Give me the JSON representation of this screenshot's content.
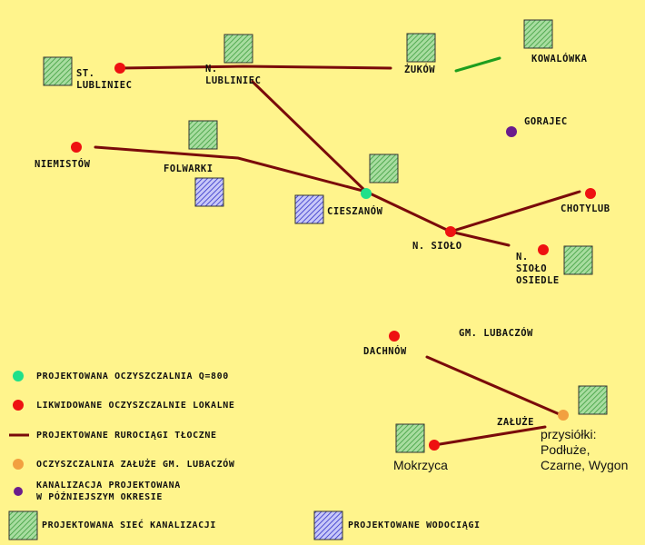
{
  "colors": {
    "background": "#FFF48C",
    "pipeline": "#7A0A0A",
    "green_link": "#1E9E1E",
    "treatment_plant": "#1FE08A",
    "local_plant": "#EE1111",
    "zaluze_plant": "#F2A040",
    "later_sewer": "#6A1C8C",
    "sewer_network": "#4CB84C",
    "water_network": "#3A3AD0"
  },
  "places": {
    "st_lubliniec": "ST.\nLUBLINIEC",
    "n_lubliniec": "N.\nLUBLINIEC",
    "zukow": "ŻUKÓW",
    "kowalowka": "KOWALÓWKA",
    "gorajec": "GORAJEC",
    "niemistow": "NIEMISTÓW",
    "folwarki": "FOLWARKI",
    "cieszanow": "CIESZANÓW",
    "chotylub": "CHOTYLUB",
    "n_siolo": "N. SIOŁO",
    "n_siolo_osiedle": "N.\nSIOŁO\nOSIEDLE",
    "gm_lubaczow": "GM. LUBACZÓW",
    "dachnow": "DACHNÓW",
    "zaluze": "ZAŁUŻE",
    "przysiolki": "przysiółki:\nPodłuże,\nCzarne, Wygon",
    "mokrzyca": "Mokrzyca"
  },
  "legend": {
    "new_plant": "PROJEKTOWANA OCZYSZCZALNIA Q=800",
    "closed_plants": "LIKWIDOWANE OCZYSZCZALNIE LOKALNE",
    "pipelines": "PROJEKTOWANE RUROCIĄGI TŁOCZNE",
    "zaluze_plant": "OCZYSZCZALNIA ZAŁUŻE GM. LUBACZÓW",
    "later_sewer": "KANALIZACJA PROJEKTOWANA\nW PÓŹNIEJSZYM OKRESIE",
    "sewer_network": "PROJEKTOWANA SIEĆ KANALIZACJI",
    "water_network": "PROJEKTOWANE WODOCIĄGI"
  }
}
